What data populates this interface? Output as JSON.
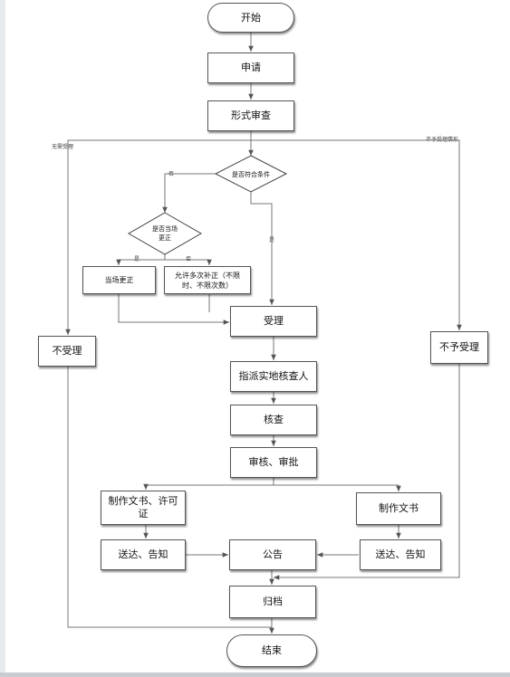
{
  "nodes": {
    "start": "开始",
    "apply": "申请",
    "formal_review": "形式审查",
    "decision_conditions": "是否符合条件",
    "decision_correct_line1": "是否当场",
    "decision_correct_line2": "更正",
    "correct_on_site": "当场更正",
    "allow_supplement": "允许多次补正（不限时、不限次数）",
    "accept": "受理",
    "not_accept_left": "不受理",
    "not_accept_right": "不予受理",
    "assign_inspector": "指派实地核查人",
    "verify": "核查",
    "review_approve": "审核、审批",
    "make_doc_permit": "制作文书、许可证",
    "make_doc": "制作文书",
    "deliver_left": "送达、告知",
    "announce": "公告",
    "deliver_right": "送达、告知",
    "archive": "归档",
    "end": "结束"
  },
  "edge_labels": {
    "left_branch": "无需受理",
    "right_branch": "不予受理情形",
    "cond_no": "否",
    "cond_yes": "是",
    "correct_yes": "是",
    "correct_no": "否"
  }
}
